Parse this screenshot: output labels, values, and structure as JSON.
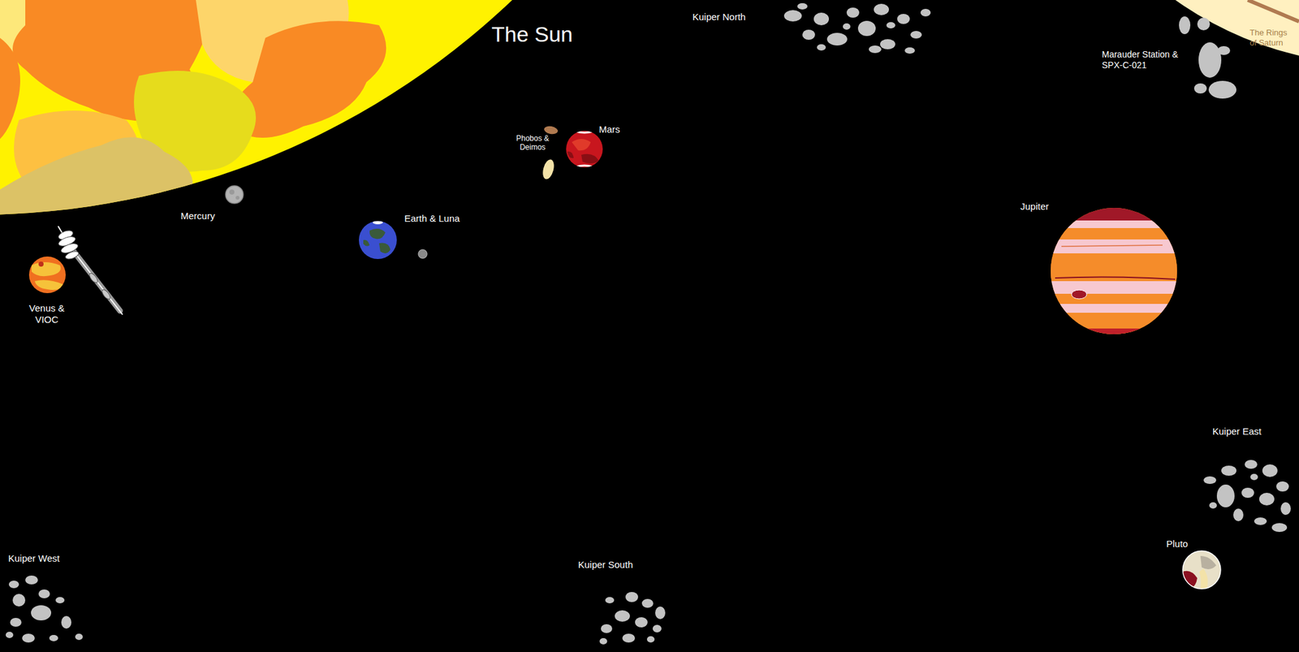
{
  "diagram": {
    "labels": [
      "The Sun",
      "Kuiper North",
      "Marauder Station & SPX-C-021",
      "The Rings of Saturn",
      "Phobos & Deimos",
      "Mars",
      "Mercury",
      "Earth & Luna",
      "Jupiter",
      "Venus & VIOC",
      "Kuiper East",
      "Pluto",
      "Kuiper West",
      "Kuiper South"
    ]
  }
}
